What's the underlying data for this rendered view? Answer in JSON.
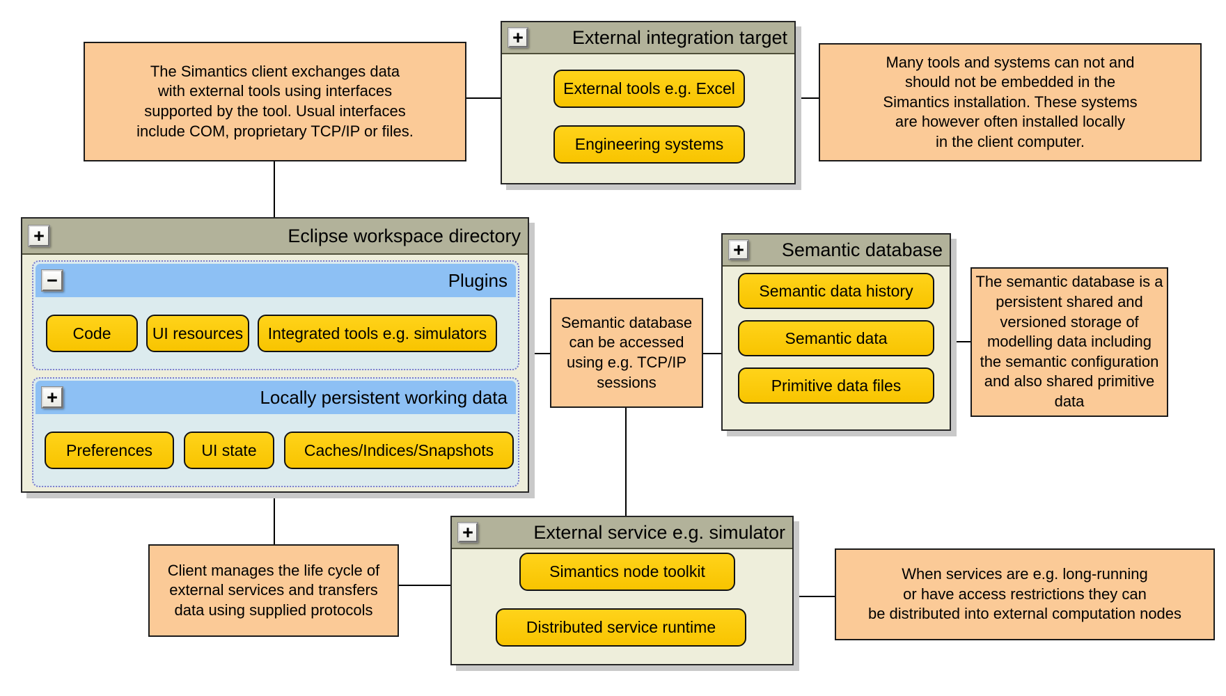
{
  "colors": {
    "note_fill": "#FBCA97",
    "group_header": "#B2B29A",
    "group_body": "#EEEEDB",
    "panel_header": "#8DC0F4",
    "panel_body": "#DCEBEE",
    "button_fill": "#F8C400",
    "shadow": "#C9C9C9",
    "connector": "#000000"
  },
  "notes": {
    "client_exchanges": "The Simantics client exchanges data\nwith external tools using interfaces\nsupported by the tool. Usual interfaces\ninclude COM, proprietary TCP/IP or files.",
    "many_tools": "Many tools and systems can not and\nshould not be embedded in the\nSimantics installation. These systems\nare however often installed locally\nin the client computer.",
    "semantic_access": "Semantic database\ncan be accessed\nusing e.g. TCP/IP\nsessions",
    "semantic_storage": "The semantic database is a\npersistent shared and\nversioned storage of\nmodelling data including\nthe semantic configuration\nand also shared primitive\ndata",
    "client_manages": "Client manages the life cycle of\nexternal services and transfers\ndata using supplied protocols",
    "when_services": "When services are e.g. long-running\nor have access restrictions they can\nbe distributed into external computation nodes"
  },
  "groups": {
    "external_integration": {
      "title": "External integration target",
      "expand_glyph": "+",
      "items": [
        "External tools e.g. Excel",
        "Engineering systems"
      ]
    },
    "eclipse_workspace": {
      "title": "Eclipse workspace directory",
      "expand_glyph": "+",
      "panels": {
        "plugins": {
          "title": "Plugins",
          "expand_glyph": "−",
          "items": [
            "Code",
            "UI resources",
            "Integrated tools e.g. simulators"
          ]
        },
        "working_data": {
          "title": "Locally persistent working data",
          "expand_glyph": "+",
          "items": [
            "Preferences",
            "UI state",
            "Caches/Indices/Snapshots"
          ]
        }
      }
    },
    "semantic_database": {
      "title": "Semantic database",
      "expand_glyph": "+",
      "items": [
        "Semantic data history",
        "Semantic data",
        "Primitive data files"
      ]
    },
    "external_service": {
      "title": "External service e.g. simulator",
      "expand_glyph": "+",
      "items": [
        "Simantics node toolkit",
        "Distributed service runtime"
      ]
    }
  }
}
